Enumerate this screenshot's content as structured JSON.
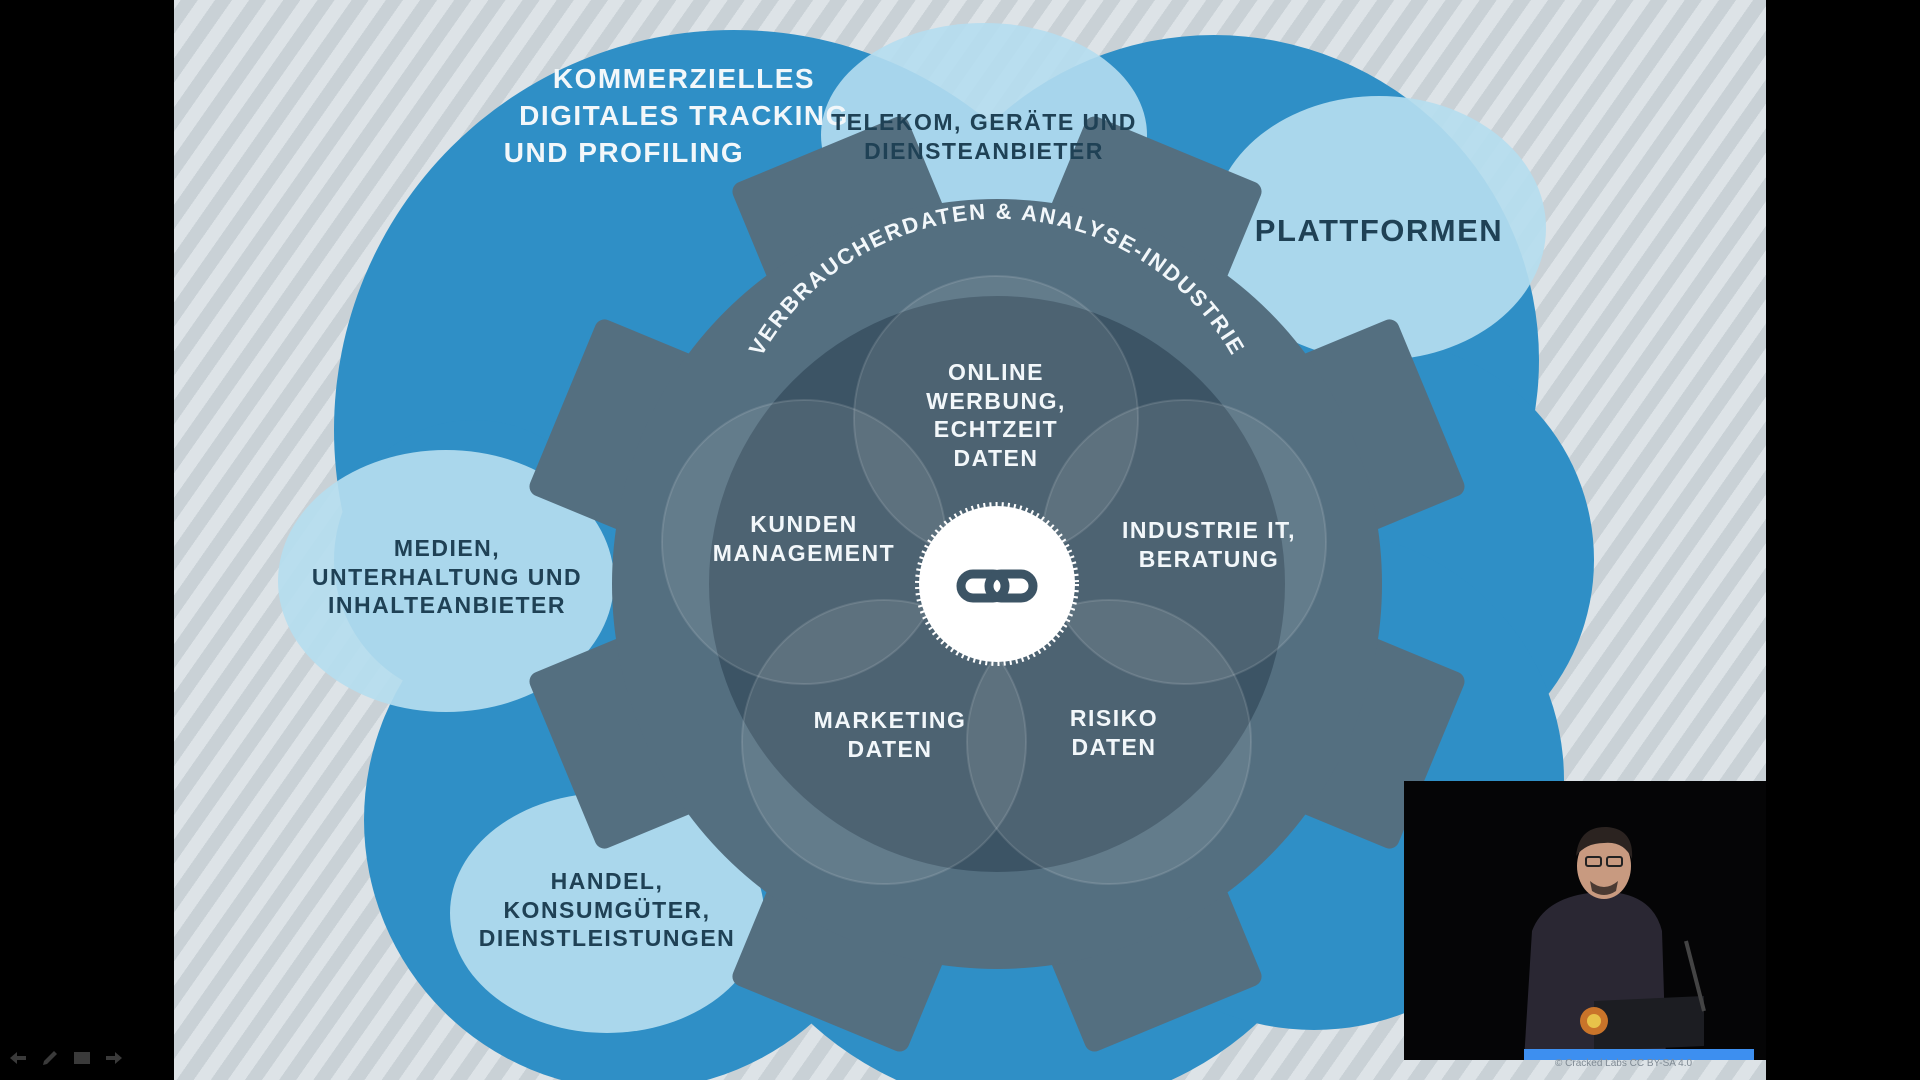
{
  "slide": {
    "title": "KOMMERZIELLES DIGITALES TRACKING UND PROFILING",
    "title_lines": [
      "KOMMERZIELLES",
      "DIGITALES TRACKING",
      "UND PROFILING"
    ],
    "outer_nodes": [
      {
        "label": "TELEKOM, GERÄTE UND DIENSTEANBIETER",
        "lines": [
          "TELEKOM, GERÄTE UND",
          "DIENSTEANBIETER"
        ]
      },
      {
        "label": "PLATTFORMEN",
        "lines": [
          "PLATTFORMEN"
        ]
      },
      {
        "label": "MEDIEN, UNTERHALTUNG UND INHALTEANBIETER",
        "lines": [
          "MEDIEN,",
          "UNTERHALTUNG UND",
          "INHALTEANBIETER"
        ]
      },
      {
        "label": "HANDEL, KONSUMGÜTER, DIENSTLEISTUNGEN",
        "lines": [
          "HANDEL,",
          "KONSUMGÜTER,",
          "DIENSTLEISTUNGEN"
        ]
      }
    ],
    "gear_arc_label": "VERBRAUCHERDATEN & ANALYSE-INDUSTRIE",
    "inner_nodes": [
      {
        "label": "ONLINE WERBUNG, ECHTZEIT DATEN",
        "lines": [
          "ONLINE",
          "WERBUNG,",
          "ECHTZEIT",
          "DATEN"
        ]
      },
      {
        "label": "KUNDEN MANAGEMENT",
        "lines": [
          "KUNDEN",
          "MANAGEMENT"
        ]
      },
      {
        "label": "INDUSTRIE IT, BERATUNG",
        "lines": [
          "INDUSTRIE IT,",
          "BERATUNG"
        ]
      },
      {
        "label": "MARKETING DATEN",
        "lines": [
          "MARKETING",
          "DATEN"
        ]
      },
      {
        "label": "RISIKO DATEN",
        "lines": [
          "RISIKO",
          "DATEN"
        ]
      }
    ],
    "center_icon": "chain-link-icon",
    "credit": "© Cracked Labs CC BY-SA 4.0"
  },
  "video_overlay": {
    "icon": "speaker-video-icon"
  },
  "player_controls": [
    {
      "icon": "arrow-left-icon"
    },
    {
      "icon": "pencil-icon"
    },
    {
      "icon": "menu-icon"
    },
    {
      "icon": "arrow-right-icon"
    }
  ],
  "colors": {
    "cloud_blue": "#2f8fc6",
    "bubble_light": "#b5ddef",
    "gear_steel": "#546f80",
    "gear_dark": "#3c5465",
    "text_dark": "#1f4155",
    "text_light": "#f2f7fa"
  }
}
